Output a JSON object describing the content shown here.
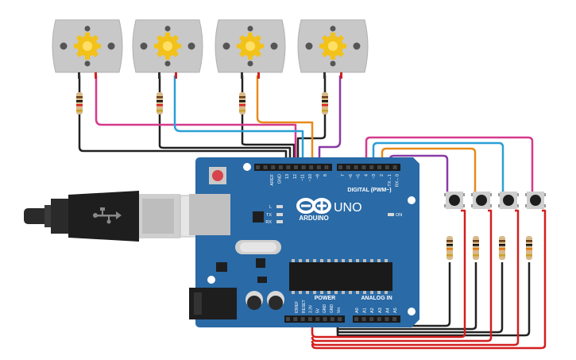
{
  "board": {
    "brand": "ARDUINO",
    "model": "UNO",
    "digital_label": "DIGITAL (PWM~)",
    "power_label": "POWER",
    "analog_label": "ANALOG IN",
    "on_label": "ON",
    "l_label": "L",
    "tx_label": "TX",
    "rx_label": "RX",
    "top_pins": [
      "AREF",
      "GND",
      "13",
      "12",
      "~11",
      "~10",
      "~9",
      "8",
      "7",
      "~6",
      "~5",
      "4",
      "~3",
      "2",
      "TX→1",
      "RX←0"
    ],
    "power_pins": [
      "IOREF",
      "RESET",
      "3.3V",
      "5V",
      "GND",
      "GND",
      "Vin"
    ],
    "analog_pins": [
      "A0",
      "A1",
      "A2",
      "A3",
      "A4",
      "A5"
    ]
  },
  "components": {
    "motors": [
      "dc-motor-1",
      "dc-motor-2",
      "dc-motor-3",
      "dc-motor-4"
    ],
    "buttons": [
      "pushbutton-1",
      "pushbutton-2",
      "pushbutton-3",
      "pushbutton-4"
    ]
  },
  "colors": {
    "board": "#2a6aa6",
    "wire_black": "#222222",
    "wire_magenta": "#d63a8e",
    "wire_blue": "#2a9fd6",
    "wire_orange": "#e88a1a",
    "wire_purple": "#8a3aa6",
    "wire_red": "#d41e1e",
    "motor_body": "#c8c8c8",
    "gear": "#f2c21b"
  }
}
